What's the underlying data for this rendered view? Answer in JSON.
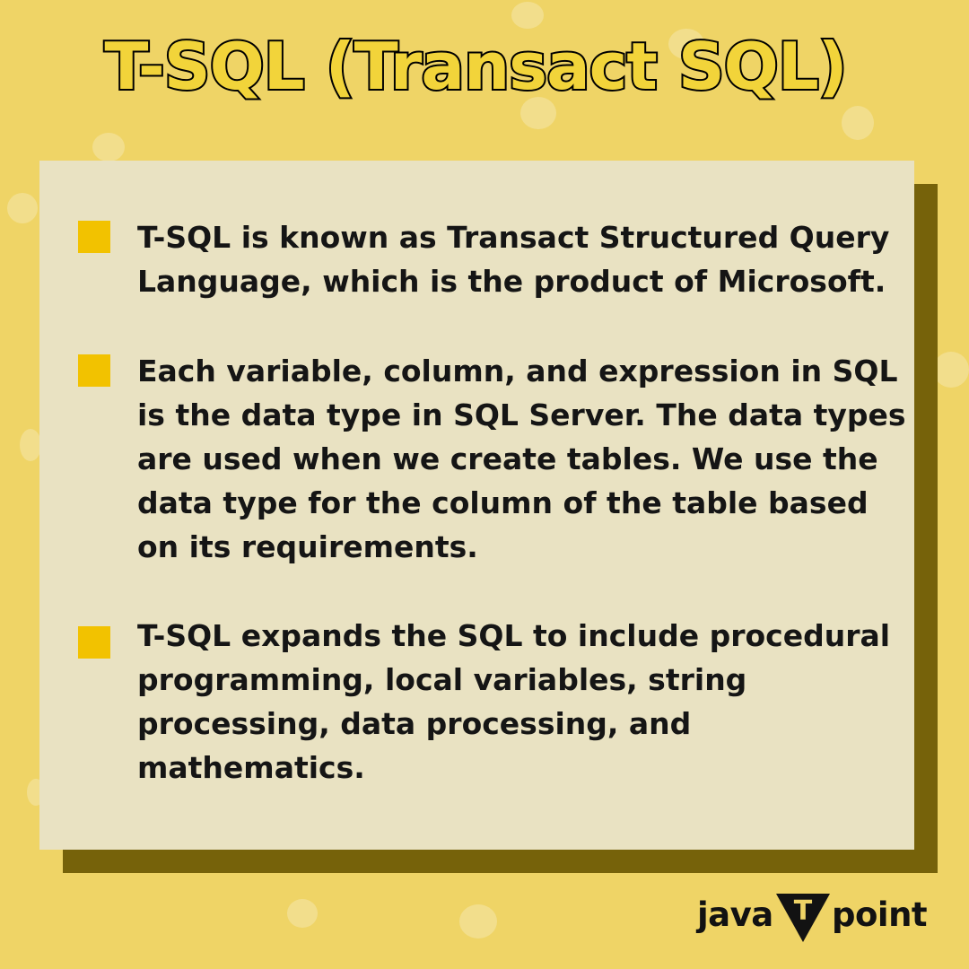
{
  "title": "T-SQL (Transact SQL)",
  "points": [
    "T-SQL is known as Transact Structured Query Language, which is the product of Microsoft.",
    "Each variable, column, and expression in SQL is the data type in SQL Server. The data types are used when we create tables. We use the data type for the column of the table based on its requirements.",
    "T-SQL expands the SQL to include procedural programming, local variables, string processing, data processing, and mathematics."
  ],
  "logo": {
    "left": "java",
    "mark": "T",
    "right": "point"
  },
  "colors": {
    "background": "#efd466",
    "card": "#e9e2c2",
    "shadow": "#76620a",
    "bullet": "#f2c200",
    "title_fill": "#f2d43a"
  }
}
